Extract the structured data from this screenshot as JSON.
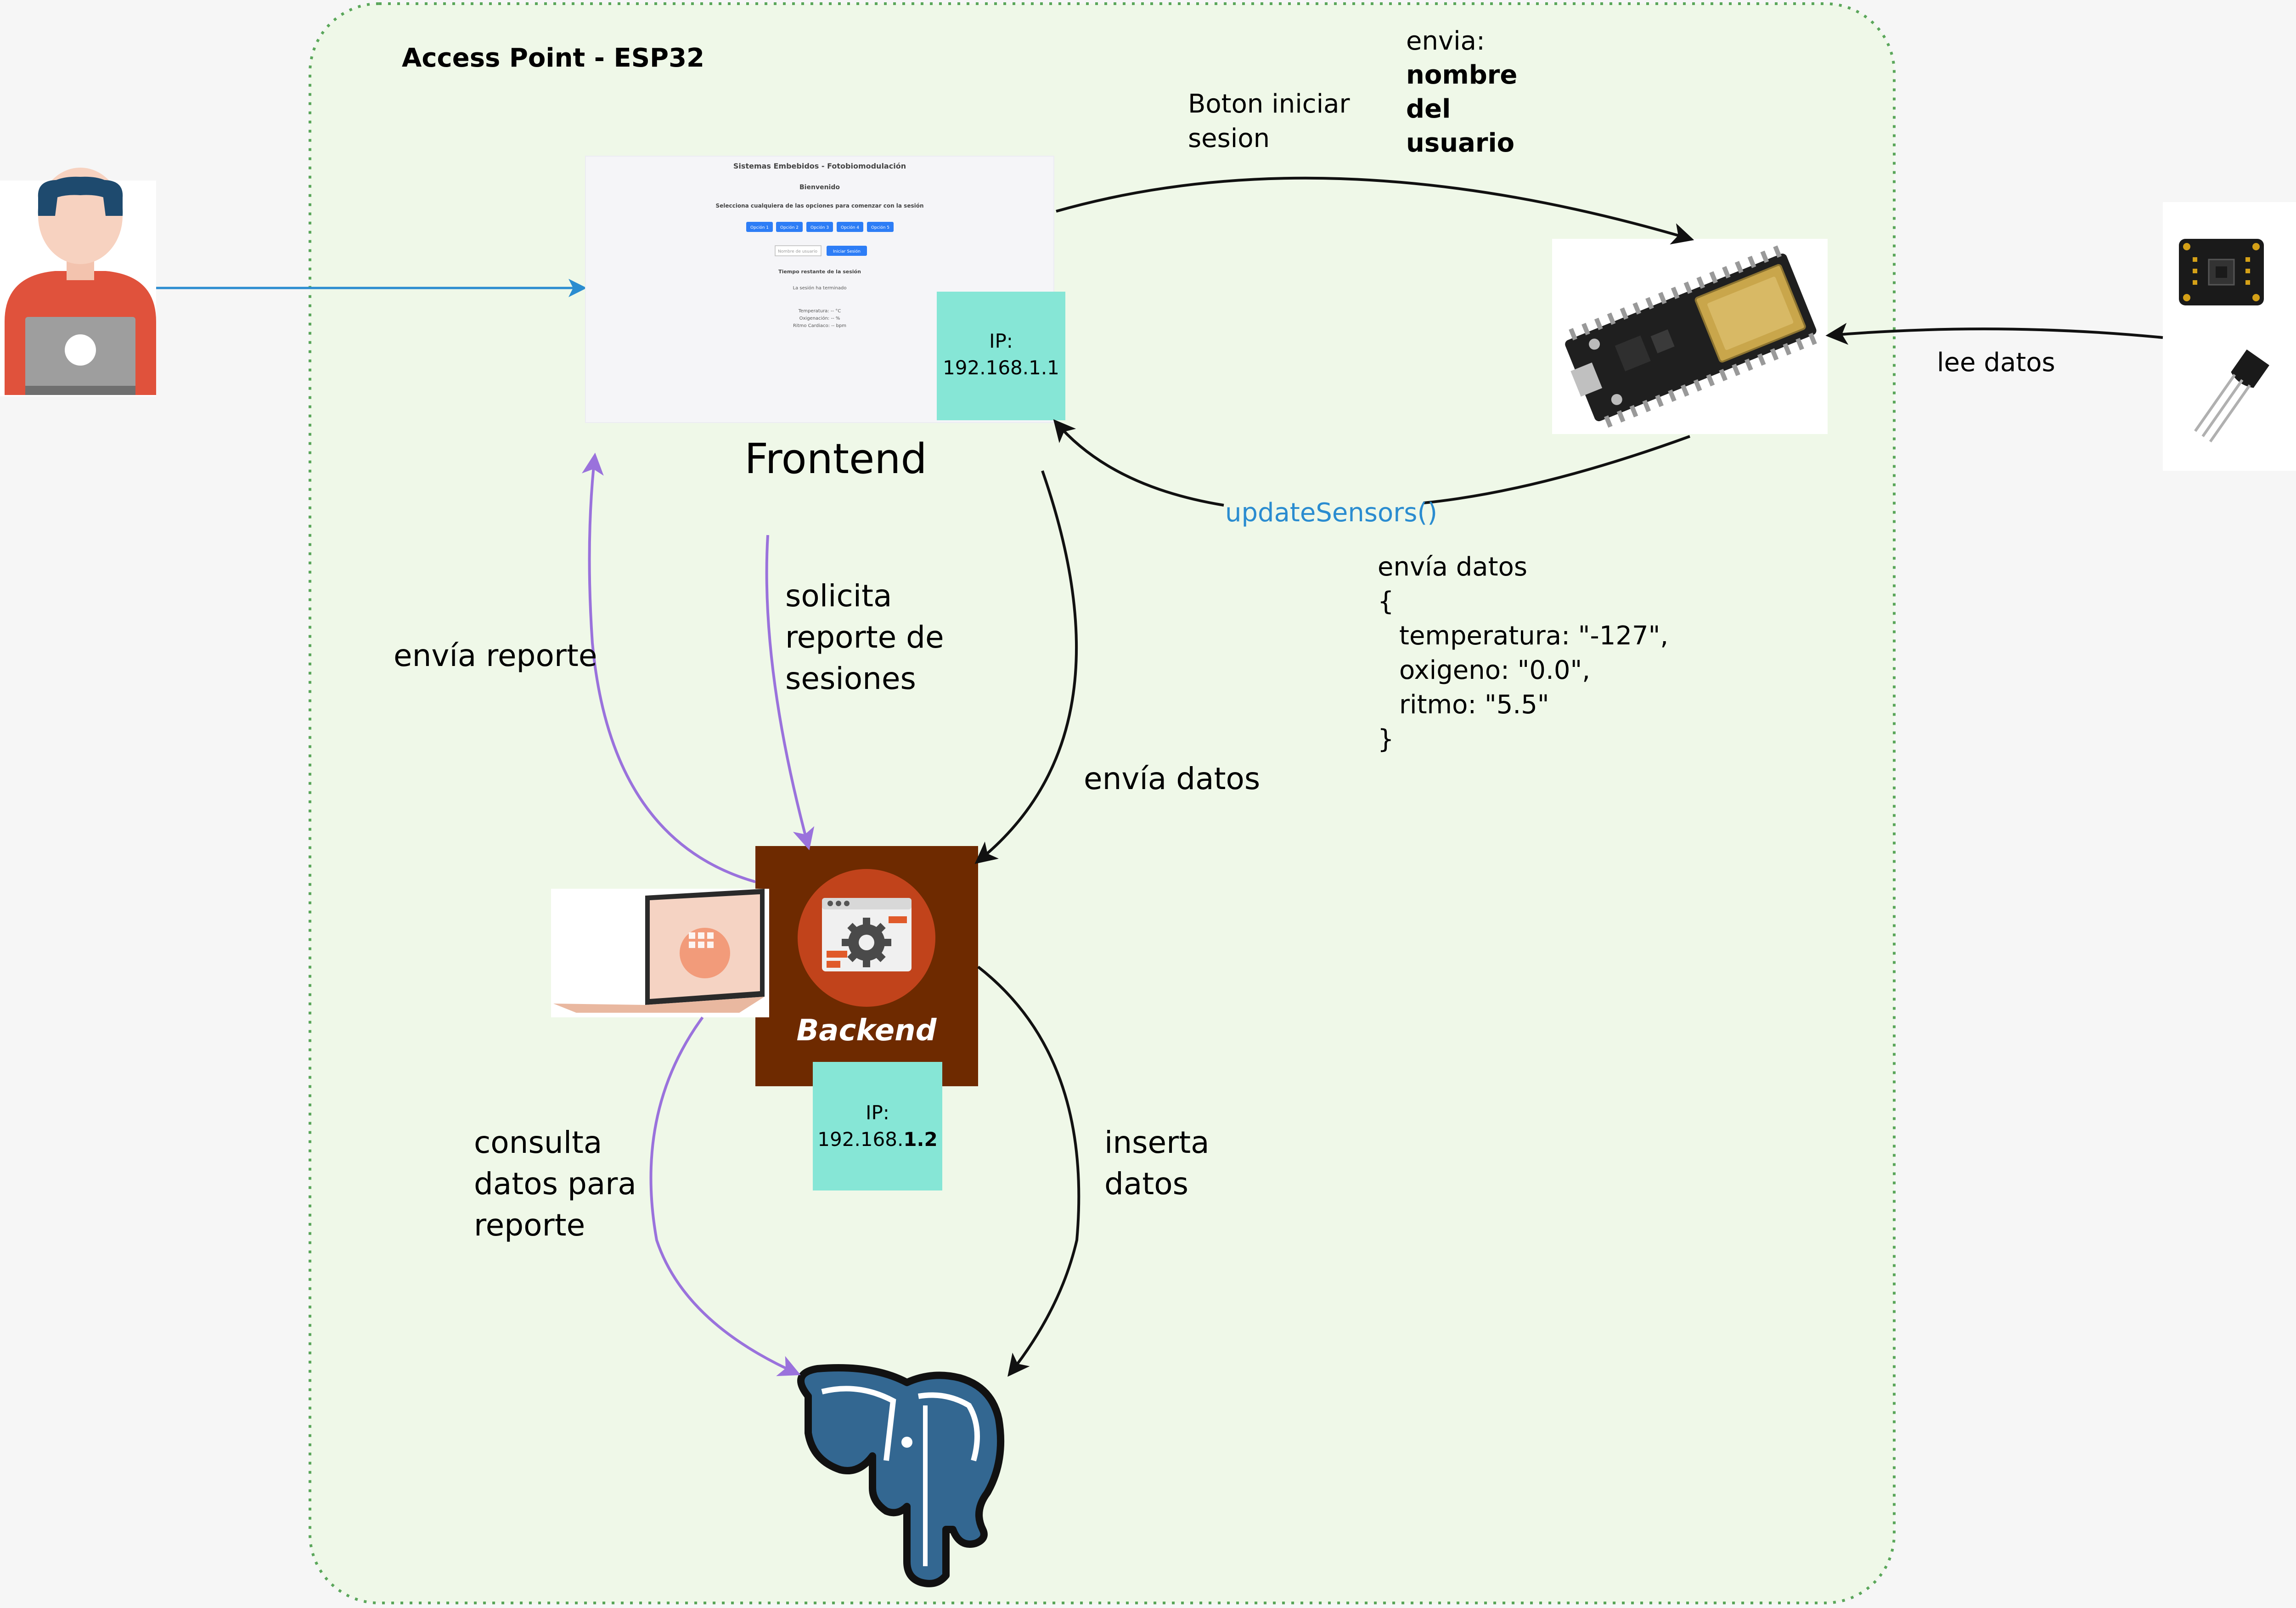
{
  "container": {
    "title": "Access Point - ESP32"
  },
  "frontend": {
    "label": "Frontend",
    "ip_label": "IP:",
    "ip_value": "192.168.1.1",
    "screen": {
      "title": "Sistemas Embebidos - Fotobiomodulación",
      "welcome": "Bienvenido",
      "instruction": "Selecciona cualquiera de las opciones para comenzar con la sesión",
      "buttons": [
        "Opción 1",
        "Opción 2",
        "Opción 3",
        "Opción 4",
        "Opción 5"
      ],
      "input_placeholder": "Nombre de usuario",
      "start_button": "Iniciar Sesión",
      "remaining_title": "Tiempo restante de la sesión",
      "session_status": "La sesión ha terminado",
      "readings": [
        "Temperatura: -- °C",
        "Oxigenación: -- %",
        "Ritmo Cardiaco: -- bpm"
      ]
    }
  },
  "backend": {
    "label": "Backend",
    "ip_label": "IP:",
    "ip_value_prefix": "192.168.",
    "ip_value_bold": "1.2"
  },
  "esp32_send": {
    "line1": "envia:",
    "line2": "nombre",
    "line3": "del",
    "line4": "usuario"
  },
  "edges": {
    "start_session": [
      "Boton iniciar",
      "sesion"
    ],
    "read_data": "lee datos",
    "update_sensors": "updateSensors()",
    "send_report": "envía reporte",
    "request_report": [
      "solicita",
      "reporte de",
      "sesiones"
    ],
    "send_data": "envía datos",
    "query_report": [
      "consulta",
      "datos para",
      "reporte"
    ],
    "insert_data": [
      "inserta",
      "datos"
    ]
  },
  "sensor_payload": {
    "heading": "envía datos",
    "open": "{",
    "lines": [
      "temperatura: \"-127\",",
      "oxigeno: \"0.0\",",
      "ritmo: \"5.5\""
    ],
    "close": "}"
  },
  "icons": [
    "user-laptop-icon",
    "esp32-board-icon",
    "pulse-oximeter-sensor-icon",
    "temperature-sensor-icon",
    "laptop-icon",
    "backend-gear-icon",
    "postgresql-elephant-icon"
  ],
  "colors": {
    "background": "#f6f6f6",
    "container_fill": "#eff8e8",
    "container_border": "#5aa65a",
    "ip_box": "#86e6d6",
    "backend_bg": "#6e2a00",
    "backend_circle": "#c1431b",
    "purple_arrow": "#9a72dc",
    "blue_arrow": "#2a8cd0",
    "update_text": "#2a8cd0",
    "postgres_blue": "#336791"
  }
}
